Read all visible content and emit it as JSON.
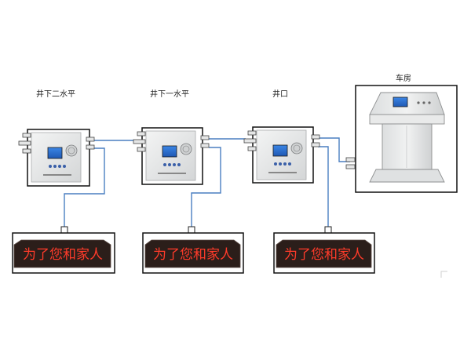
{
  "labels": {
    "level2": "井下二水平",
    "level1": "井下一水平",
    "shaft": "井口",
    "hoist_room": "车房"
  },
  "led_message": "为了您和家人",
  "colors": {
    "wire": "#4a7fc1",
    "frame": "#111111",
    "panel": "#e7e8e8",
    "screen": "#2f6fd1",
    "led_bg": "#2b1e1a",
    "led_text": "#ff3b2a"
  }
}
